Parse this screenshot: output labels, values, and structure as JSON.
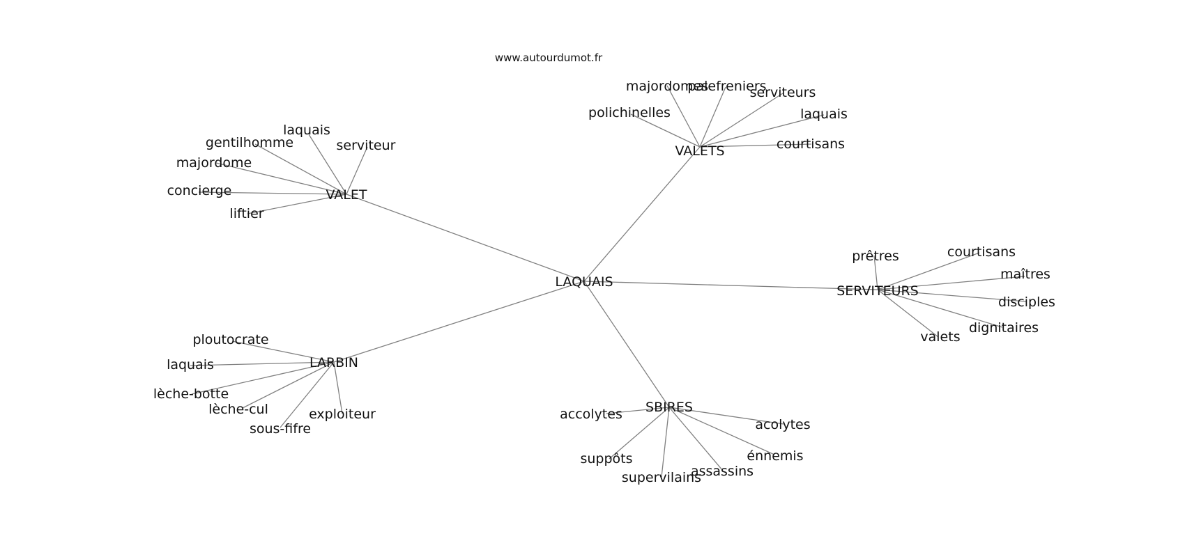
{
  "watermark": "www.autourdumot.fr",
  "center": {
    "label": "LAQUAIS"
  },
  "clusters": [
    {
      "label": "VALET",
      "leaves": [
        "laquais",
        "gentilhomme",
        "serviteur",
        "majordome",
        "concierge",
        "liftier"
      ]
    },
    {
      "label": "VALETS",
      "leaves": [
        "majordomes",
        "palefreniers",
        "serviteurs",
        "polichinelles",
        "laquais",
        "courtisans"
      ]
    },
    {
      "label": "SERVITEURS",
      "leaves": [
        "prêtres",
        "courtisans",
        "maîtres",
        "disciples",
        "dignitaires",
        "valets"
      ]
    },
    {
      "label": "LARBIN",
      "leaves": [
        "ploutocrate",
        "laquais",
        "lèche-botte",
        "lèche-cul",
        "exploiteur",
        "sous-fifre"
      ]
    },
    {
      "label": "SBIRES",
      "leaves": [
        "accolytes",
        "acolytes",
        "suppôts",
        "énnemis",
        "supervilains",
        "assassins"
      ]
    }
  ]
}
